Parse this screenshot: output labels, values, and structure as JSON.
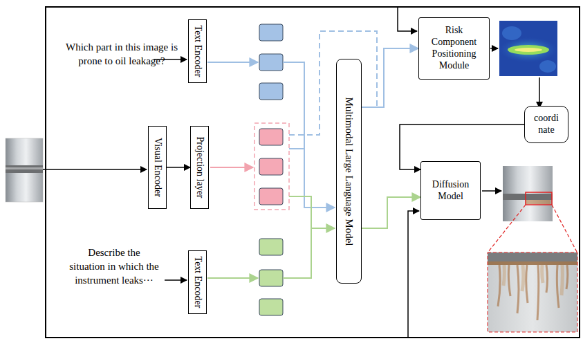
{
  "diagram": {
    "nodes": [
      {
        "text": [
          "Text Encoder"
        ]
      },
      {
        "text": [
          "Visual Encoder"
        ]
      },
      {
        "text": [
          "Projection layer"
        ]
      },
      {
        "text": [
          "Text Encoder"
        ]
      },
      {
        "text": [
          "Multimodal Large Language Model"
        ]
      },
      {
        "text": [
          "Risk Component Positioning Module"
        ]
      },
      {
        "text": [
          "coordi nate"
        ]
      },
      {
        "text": [
          "Diffusion Model"
        ]
      }
    ],
    "edges": [
      {
        "from": 1,
        "to": 2,
        "arrow": "to"
      },
      {
        "from": 4,
        "to": 5,
        "arrow": "to"
      },
      {
        "from": 6,
        "to": 7,
        "arrow": "to"
      },
      {
        "from": 4,
        "to": 7,
        "arrow": "to"
      }
    ],
    "labels": [
      "Which part in this image is prone to oil leakage?",
      "Describe the situation in which the instrument leaks···"
    ]
  }
}
